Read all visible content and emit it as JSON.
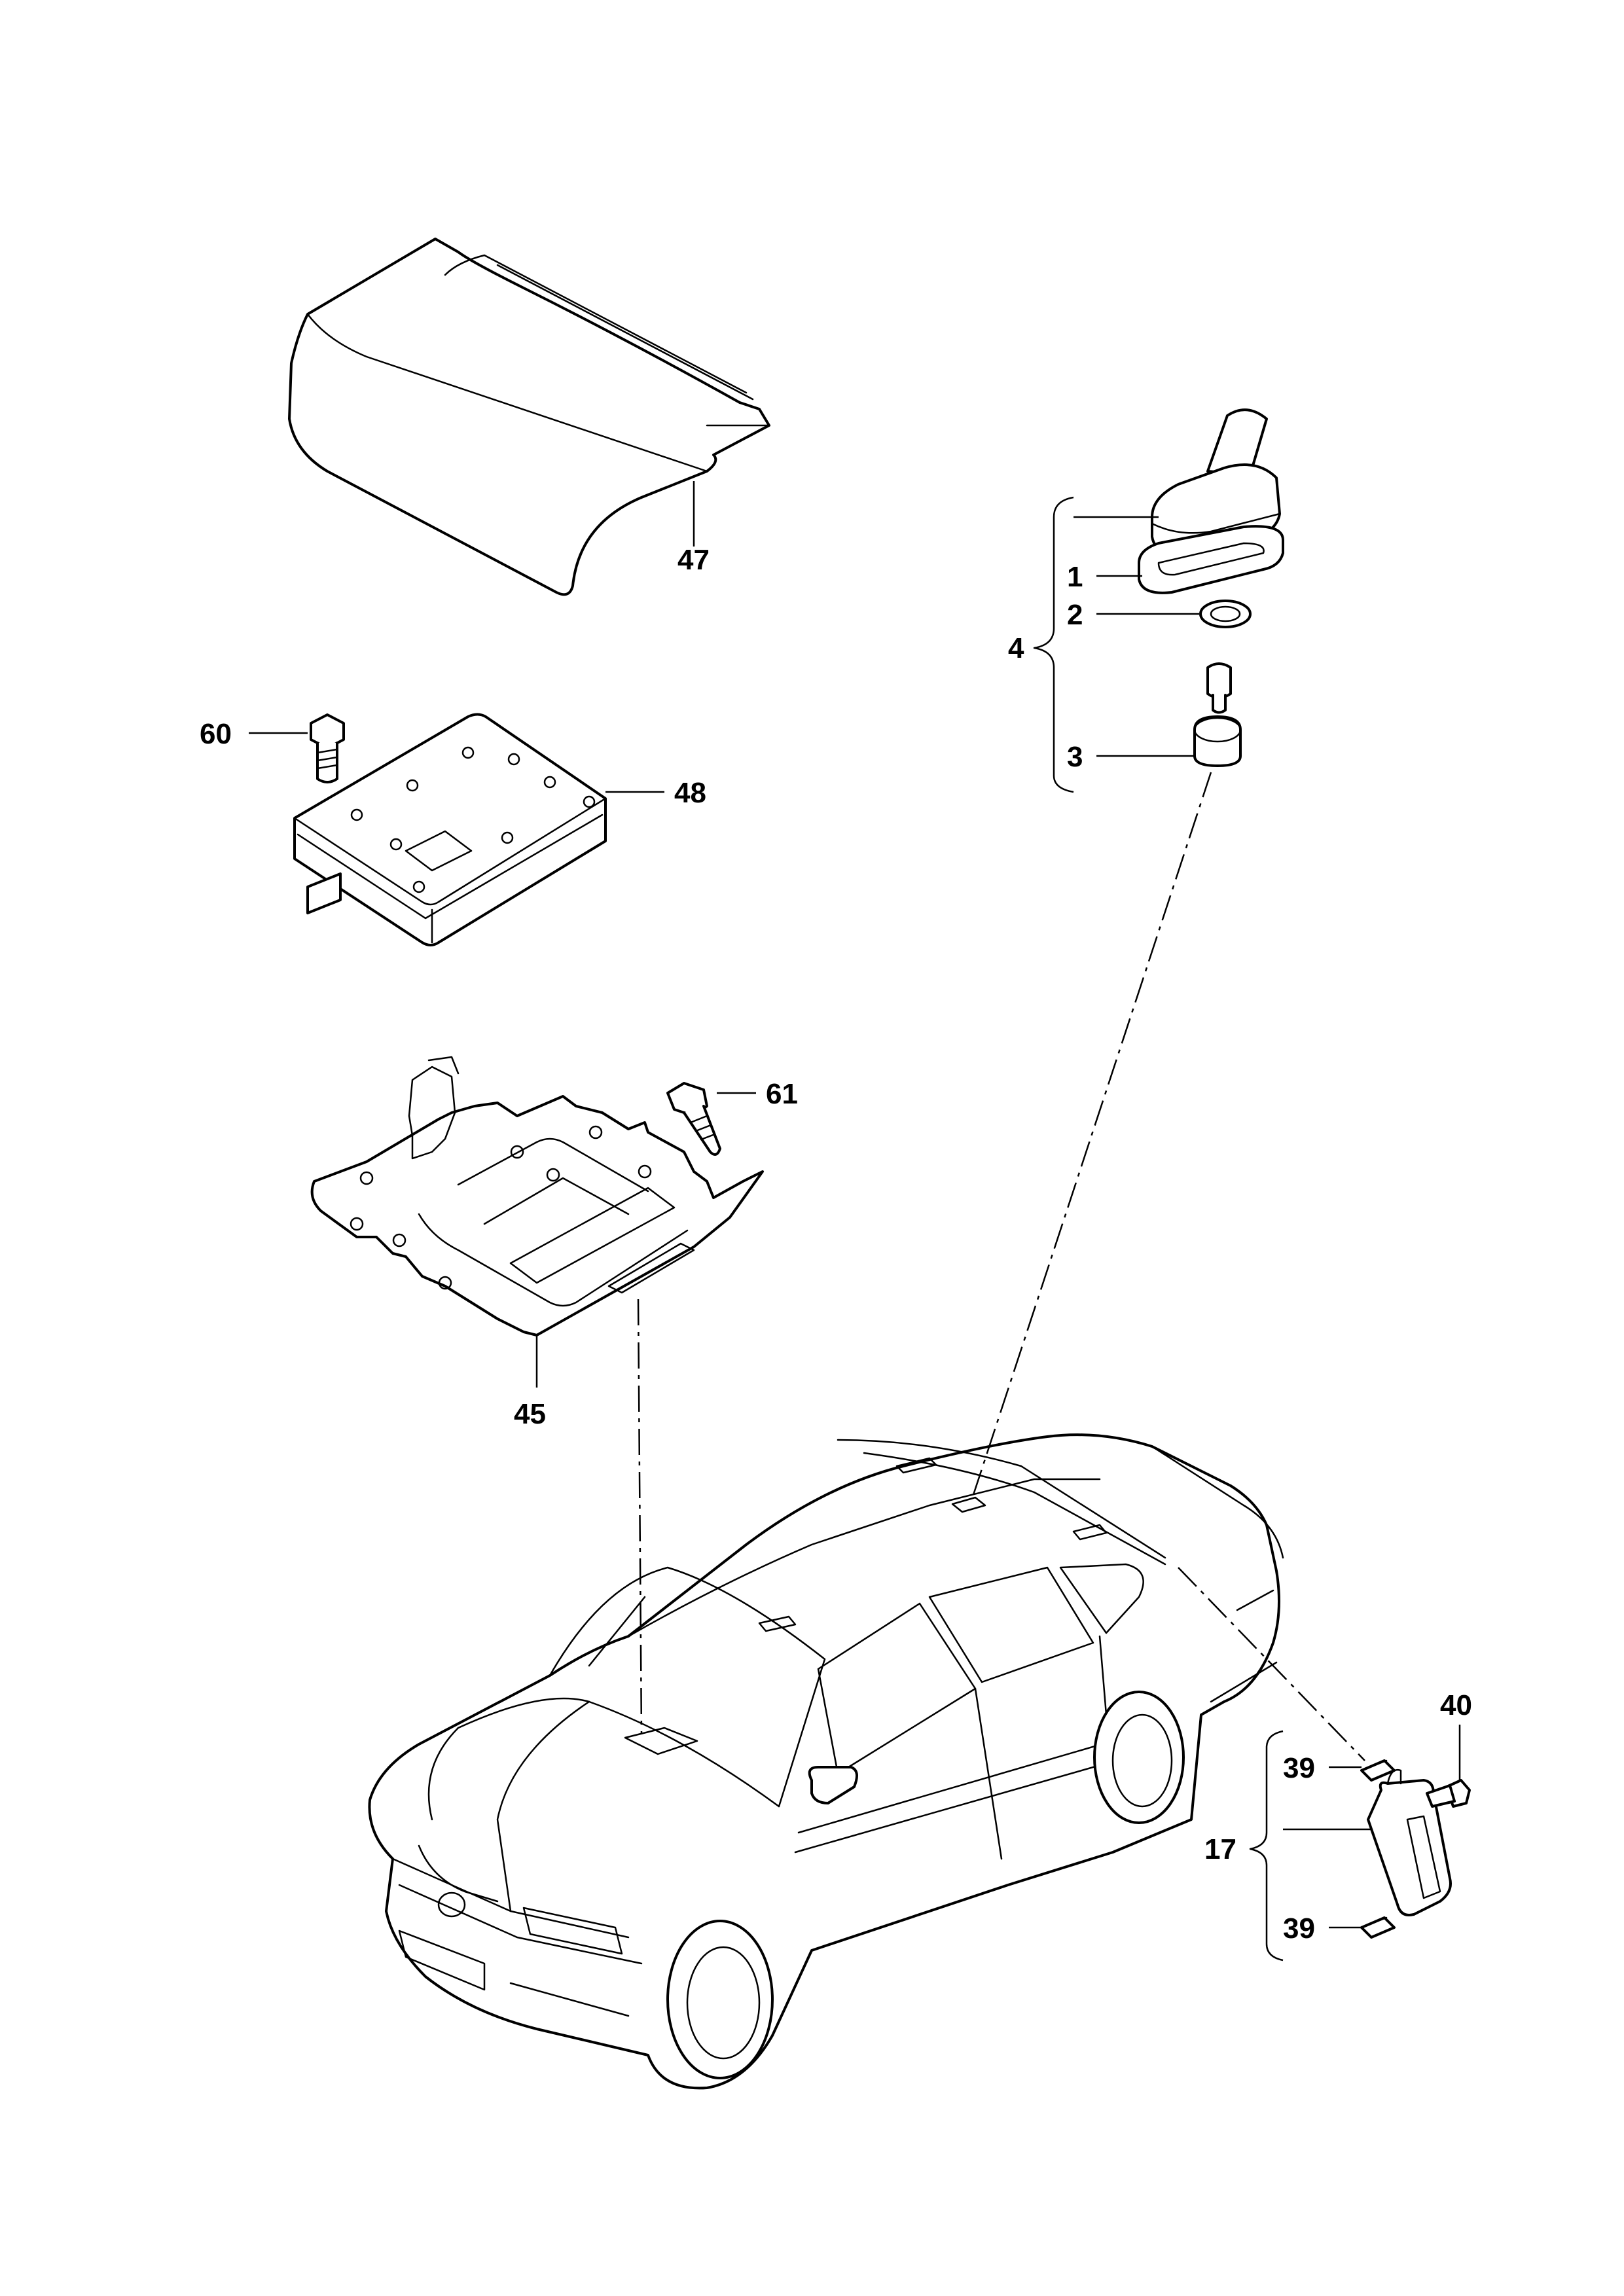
{
  "parts": {
    "p1": "1",
    "p2": "2",
    "p3": "3",
    "p4": "4",
    "p17": "17",
    "p39a": "39",
    "p39b": "39",
    "p40": "40",
    "p45": "45",
    "p47": "47",
    "p48": "48",
    "p60": "60",
    "p61": "61"
  }
}
